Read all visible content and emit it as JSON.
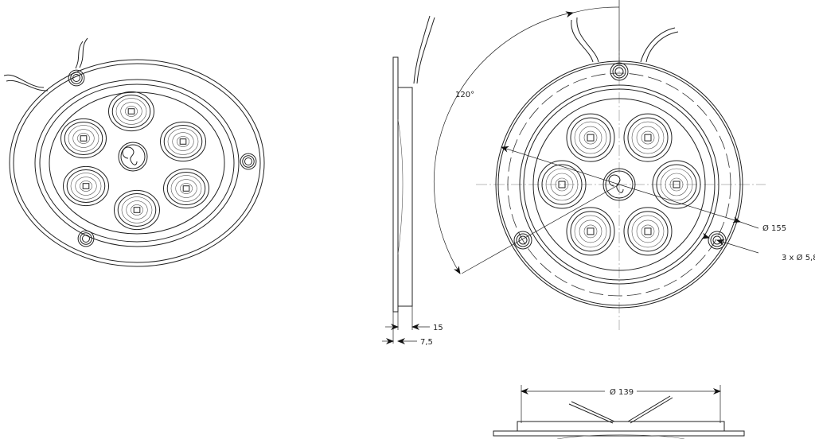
{
  "dimensions": {
    "angle": "120°",
    "outer_diameter": "Ø 155",
    "holes": "3 x Ø 5,8",
    "thickness_total": "15",
    "thickness_flange": "7,5",
    "body_diameter": "Ø 139"
  },
  "views": [
    "perspective-view",
    "side-view",
    "front-view",
    "bottom-view"
  ],
  "led_count": 6
}
